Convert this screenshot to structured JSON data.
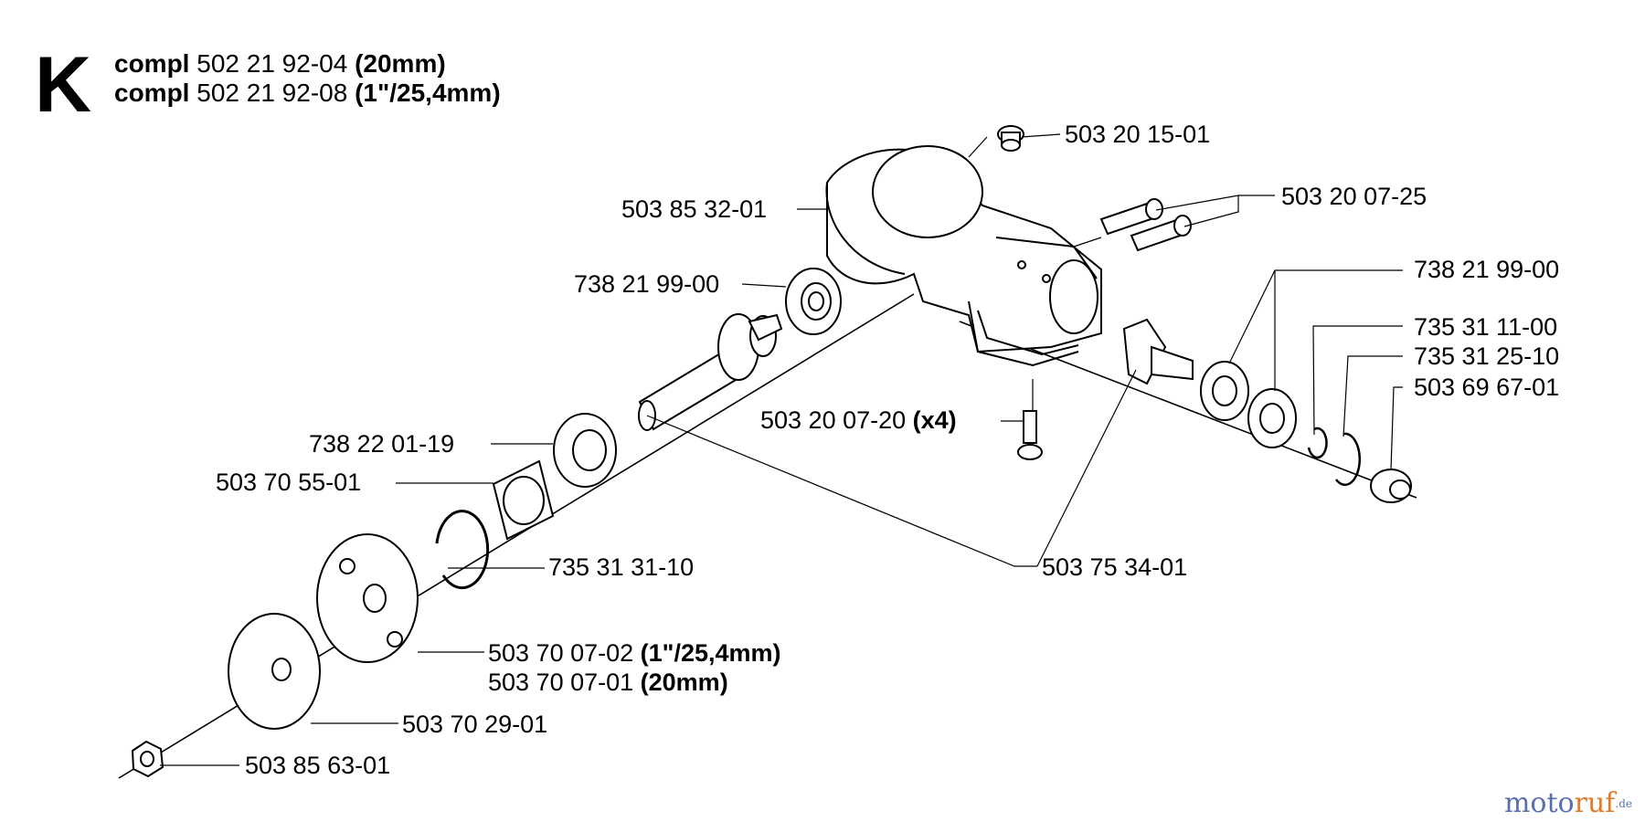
{
  "header": {
    "section_letter": "K",
    "line1": {
      "prefix": "compl",
      "number": "502 21 92-04",
      "variant": "(20mm)"
    },
    "line2": {
      "prefix": "compl",
      "number": "502 21 92-08",
      "variant": "(1\"/25,4mm)"
    }
  },
  "parts": {
    "p_5032015_01": "503 20 15-01",
    "p_5038532_01": "503 85 32-01",
    "p_5032007_25": "503 20 07-25",
    "p_7382199_00_left": "738 21 99-00",
    "p_7382199_00_right": "738 21 99-00",
    "p_7353111_00": "735 31 11-00",
    "p_7353125_10": "735 31 25-10",
    "p_5036967_01": "503 69 67-01",
    "p_5032007_20": "503 20 07-20",
    "p_5032007_20_qty": "(x4)",
    "p_7382201_19": "738 22 01-19",
    "p_5037055_01": "503 70 55-01",
    "p_7353131_10": "735 31 31-10",
    "p_5037534_01": "503 75 34-01",
    "p_5037007_02": "503 70 07-02",
    "p_5037007_02_variant": "(1\"/25,4mm)",
    "p_5037007_01": "503 70 07-01",
    "p_5037007_01_variant": "(20mm)",
    "p_5037029_01": "503 70 29-01",
    "p_5038563_01": "503 85 63-01"
  },
  "watermark": {
    "part1": "moto",
    "part2": "ruf",
    "suffix": ".de"
  },
  "colors": {
    "ink": "#000000",
    "paper": "#ffffff",
    "watermark_blue": "#5b6fb0",
    "watermark_orange": "#e07b2a"
  }
}
